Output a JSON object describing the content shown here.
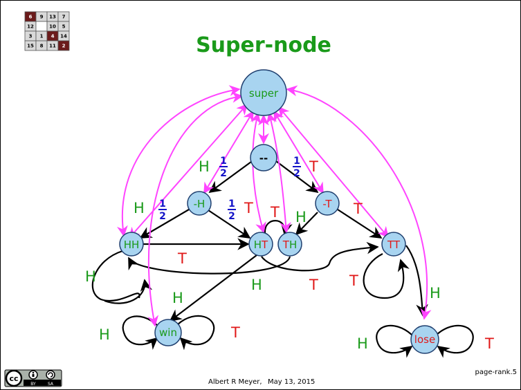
{
  "title": "Super-node",
  "colors": {
    "title": "#1a9a1a",
    "node_fill": "#a8d4f0",
    "node_stroke": "#1f3f6f",
    "magenta": "#ff44ff",
    "edge": "#000000",
    "green": "#1a9a1a",
    "red": "#e01818",
    "blue": "#1414c8",
    "grid_dark": "#6b1a1a",
    "grid_light": "#d9d9d9"
  },
  "nodes": {
    "super": "super",
    "start": "--",
    "minus_h": "-H",
    "minus_t": "-T",
    "hh": "HH",
    "ht": "HT",
    "th": "TH",
    "tt": "TT",
    "win": "win",
    "lose": "lose"
  },
  "edge_labels": {
    "h": "H",
    "t": "T",
    "half_num": "1",
    "half_den": "2"
  },
  "puzzle_grid": [
    {
      "value": "6",
      "dark": true
    },
    {
      "value": "9",
      "dark": false
    },
    {
      "value": "13",
      "dark": false
    },
    {
      "value": "7",
      "dark": false
    },
    {
      "value": "12",
      "dark": false
    },
    {
      "value": "",
      "dark": false,
      "blank": true
    },
    {
      "value": "10",
      "dark": false
    },
    {
      "value": "5",
      "dark": false
    },
    {
      "value": "3",
      "dark": false
    },
    {
      "value": "1",
      "dark": false
    },
    {
      "value": "4",
      "dark": true
    },
    {
      "value": "14",
      "dark": false
    },
    {
      "value": "15",
      "dark": false
    },
    {
      "value": "8",
      "dark": false
    },
    {
      "value": "11",
      "dark": false
    },
    {
      "value": "2",
      "dark": true
    }
  ],
  "license": {
    "cc": "cc",
    "by": "BY",
    "sa": "SA"
  },
  "footer": {
    "author": "Albert R Meyer,",
    "date": "May 13, 2015",
    "page": "page-rank.5"
  }
}
